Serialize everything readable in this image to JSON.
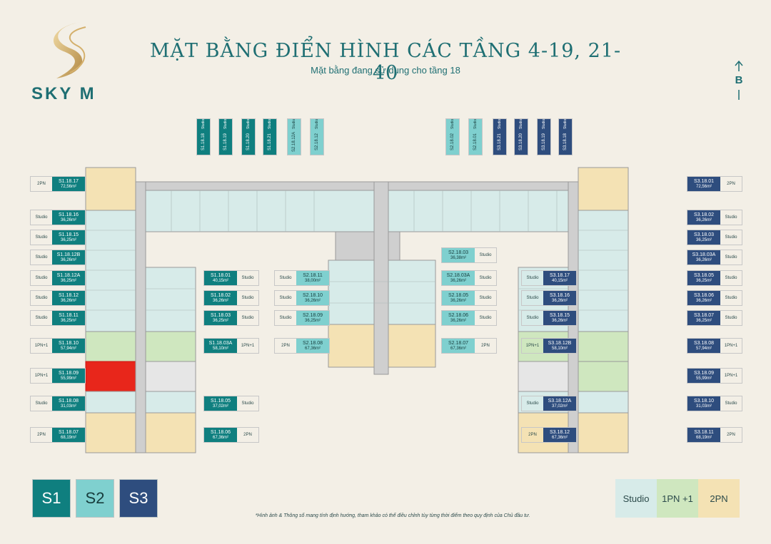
{
  "brand": {
    "name": "SKY M"
  },
  "header": {
    "title": "MẶT BẰNG ĐIỂN HÌNH CÁC TẦNG 4-19, 21-40",
    "subtitle": "Mặt bằng đang sử dụng cho tầng 18"
  },
  "compass": {
    "label": "B"
  },
  "colors": {
    "s1": "#0f7f7f",
    "s2": "#7fd0cf",
    "s3": "#2e4d7e",
    "studio": "#cdeaea",
    "pn1": "#c9e3b4",
    "pn2": "#f3dfae",
    "highlight": "#e8261b"
  },
  "top_units_s1": [
    {
      "type": "Studio",
      "code": "S1.18.18",
      "area": "32,83m²"
    },
    {
      "type": "Studio",
      "code": "S1.18.19",
      "area": "32,32m²"
    },
    {
      "type": "Studio",
      "code": "S1.18.20",
      "area": "32,32m²"
    },
    {
      "type": "Studio",
      "code": "S1.18.21",
      "area": "32,32m²"
    },
    {
      "type": "Studio",
      "code": "S2.18.12A",
      "area": "32,32m²"
    },
    {
      "type": "Studio",
      "code": "S2.18.12",
      "area": "31,85m²"
    }
  ],
  "top_units_s3": [
    {
      "type": "Studio",
      "code": "S2.18.02",
      "area": "31,85m²"
    },
    {
      "type": "Studio",
      "code": "S2.18.01",
      "area": "32,32m²"
    },
    {
      "type": "Studio",
      "code": "S3.18.21",
      "area": "32,32m²"
    },
    {
      "type": "Studio",
      "code": "S3.18.20",
      "area": "32,32m²"
    },
    {
      "type": "Studio",
      "code": "S3.18.19",
      "area": "32,32m²"
    },
    {
      "type": "Studio",
      "code": "S3.18.18",
      "area": "32,83m²"
    }
  ],
  "left_units": [
    {
      "type": "2PN",
      "code": "S1.18.17",
      "area": "72,56m²"
    },
    {
      "type": "Studio",
      "code": "S1.18.16",
      "area": "36,26m²"
    },
    {
      "type": "Studio",
      "code": "S1.18.15",
      "area": "36,25m²"
    },
    {
      "type": "Studio",
      "code": "S1.18.12B",
      "area": "36,26m²"
    },
    {
      "type": "Studio",
      "code": "S1.18.12A",
      "area": "36,25m²"
    },
    {
      "type": "Studio",
      "code": "S1.18.12",
      "area": "36,26m²"
    },
    {
      "type": "Studio",
      "code": "S1.18.11",
      "area": "36,25m²"
    },
    {
      "type": "1PN+1",
      "code": "S1.18.10",
      "area": "57,94m²"
    },
    {
      "type": "1PN+1",
      "code": "S1.18.09",
      "area": "55,99m²"
    },
    {
      "type": "Studio",
      "code": "S1.18.08",
      "area": "31,03m²"
    },
    {
      "type": "2PN",
      "code": "S1.18.07",
      "area": "68,19m²"
    }
  ],
  "left_inner_units": [
    {
      "type": "Studio",
      "code": "S1.18.01",
      "area": "40,15m²"
    },
    {
      "type": "Studio",
      "code": "S1.18.02",
      "area": "36,26m²"
    },
    {
      "type": "Studio",
      "code": "S1.18.03",
      "area": "36,25m²"
    },
    {
      "type": "1PN+1",
      "code": "S1.18.03A",
      "area": "58,10m²"
    },
    {
      "type": "Studio",
      "code": "S1.18.05",
      "area": "37,02m²"
    },
    {
      "type": "2PN",
      "code": "S1.18.06",
      "area": "67,36m²"
    }
  ],
  "center_left_units": [
    {
      "type": "Studio",
      "code": "S2.18.11",
      "area": "38,00m²"
    },
    {
      "type": "Studio",
      "code": "S2.18.10",
      "area": "36,26m²"
    },
    {
      "type": "Studio",
      "code": "S2.18.09",
      "area": "36,25m²"
    },
    {
      "type": "2PN",
      "code": "S2.18.08",
      "area": "67,36m²"
    }
  ],
  "center_right_units": [
    {
      "type": "Studio",
      "code": "S2.18.03",
      "area": "36,38m²"
    },
    {
      "type": "Studio",
      "code": "S2.18.03A",
      "area": "36,26m²"
    },
    {
      "type": "Studio",
      "code": "S2.18.05",
      "area": "36,26m²"
    },
    {
      "type": "Studio",
      "code": "S2.18.06",
      "area": "36,26m²"
    },
    {
      "type": "2PN",
      "code": "S2.18.07",
      "area": "67,36m²"
    }
  ],
  "right_inner_units": [
    {
      "type": "Studio",
      "code": "S3.18.17",
      "area": "40,15m²"
    },
    {
      "type": "Studio",
      "code": "S3.18.16",
      "area": "36,26m²"
    },
    {
      "type": "Studio",
      "code": "S3.18.15",
      "area": "36,26m²"
    },
    {
      "type": "1PN+1",
      "code": "S3.18.12B",
      "area": "58,10m²"
    },
    {
      "type": "Studio",
      "code": "S3.18.12A",
      "area": "37,02m²"
    },
    {
      "type": "2PN",
      "code": "S3.18.12",
      "area": "67,36m²"
    }
  ],
  "right_units": [
    {
      "type": "2PN",
      "code": "S3.18.01",
      "area": "72,56m²"
    },
    {
      "type": "Studio",
      "code": "S3.18.02",
      "area": "36,26m²"
    },
    {
      "type": "Studio",
      "code": "S3.18.03",
      "area": "36,25m²"
    },
    {
      "type": "Studio",
      "code": "S3.18.03A",
      "area": "36,26m²"
    },
    {
      "type": "Studio",
      "code": "S3.18.05",
      "area": "36,25m²"
    },
    {
      "type": "Studio",
      "code": "S3.18.06",
      "area": "36,26m²"
    },
    {
      "type": "Studio",
      "code": "S3.18.07",
      "area": "36,25m²"
    },
    {
      "type": "1PN+1",
      "code": "S3.18.08",
      "area": "57,94m²"
    },
    {
      "type": "1PN+1",
      "code": "S3.18.09",
      "area": "55,99m²"
    },
    {
      "type": "Studio",
      "code": "S3.18.10",
      "area": "31,03m²"
    },
    {
      "type": "2PN",
      "code": "S3.18.11",
      "area": "68,19m²"
    }
  ],
  "legend_buildings": [
    {
      "label": "S1",
      "color": "#0f7f7f"
    },
    {
      "label": "S2",
      "color": "#7fd0cf"
    },
    {
      "label": "S3",
      "color": "#2e4d7e"
    }
  ],
  "legend_types": [
    {
      "label": "Studio",
      "color": "#d7ebe9"
    },
    {
      "label": "1PN +1",
      "color": "#cfe7bf"
    },
    {
      "label": "2PN",
      "color": "#f4e2b4"
    }
  ],
  "footnote": "*Hình ảnh & Thông số mang tính định hướng, tham khảo có thể điều chỉnh tùy từng thời điểm theo quy định của Chủ đầu tư."
}
